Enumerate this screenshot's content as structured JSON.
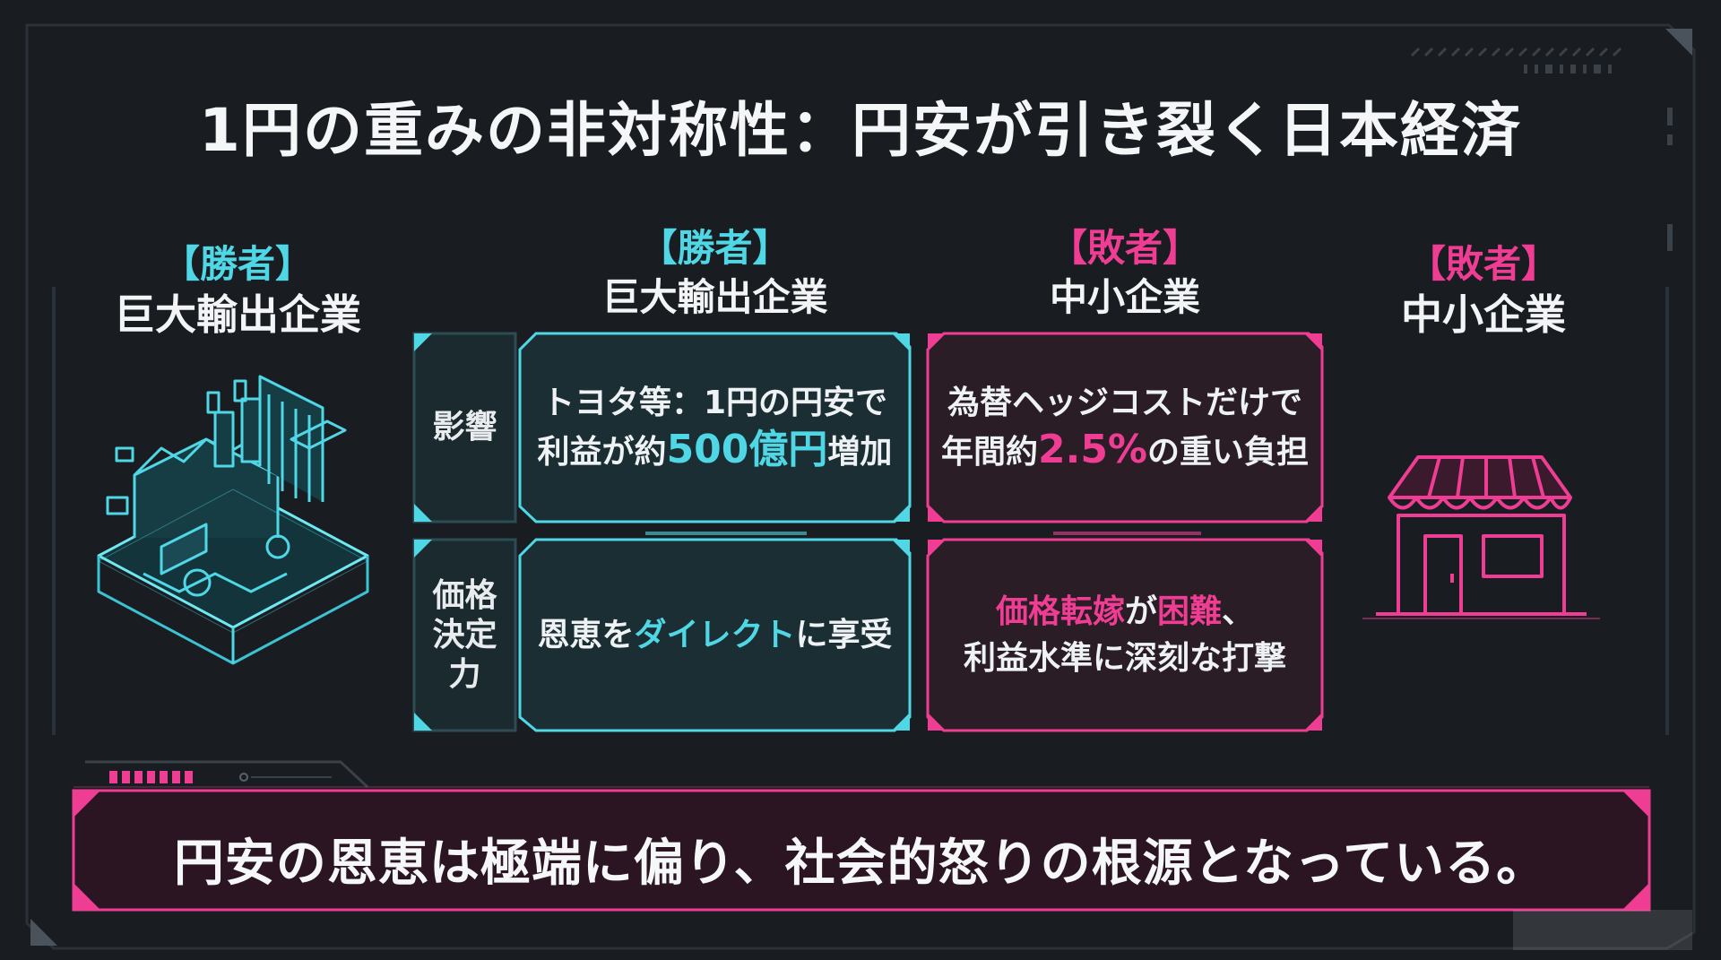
{
  "title": "1円の重みの非対称性：円安が引き裂く日本経済",
  "left_panel": {
    "tag": "【勝者】",
    "name": "巨大輸出企業",
    "icon": "factory-icon"
  },
  "right_panel": {
    "tag": "【敗者】",
    "name": "中小企業",
    "icon": "storefront-icon"
  },
  "columns": {
    "winner": {
      "tag": "【勝者】",
      "name": "巨大輸出企業"
    },
    "loser": {
      "tag": "【敗者】",
      "name": "中小企業"
    }
  },
  "rows": {
    "impact": {
      "label": "影響",
      "winner": {
        "line1": "トヨタ等：1円の円安で",
        "line2_pre": "利益が約",
        "line2_hl": "500億円",
        "line2_post": "増加"
      },
      "loser": {
        "line1": "為替ヘッジコストだけで",
        "line2_pre": "年間約",
        "line2_hl": "2.5%",
        "line2_post": "の重い負担"
      }
    },
    "pricing": {
      "label_l1": "価格",
      "label_l2": "決定",
      "label_l3": "力",
      "winner": {
        "pre": "恩恵を",
        "hl": "ダイレクト",
        "post": "に享受"
      },
      "loser": {
        "hl1": "価格転嫁",
        "mid": "が",
        "hl2": "困難",
        "post1": "、",
        "line2": "利益水準に深刻な打撃"
      }
    }
  },
  "bottom_message": "円安の恩恵は極端に偏り、社会的怒りの根源となっている。",
  "colors": {
    "background": "#191d22",
    "cyan": "#4fd7e6",
    "pink": "#ef3d93",
    "text": "#f2f4f6"
  }
}
